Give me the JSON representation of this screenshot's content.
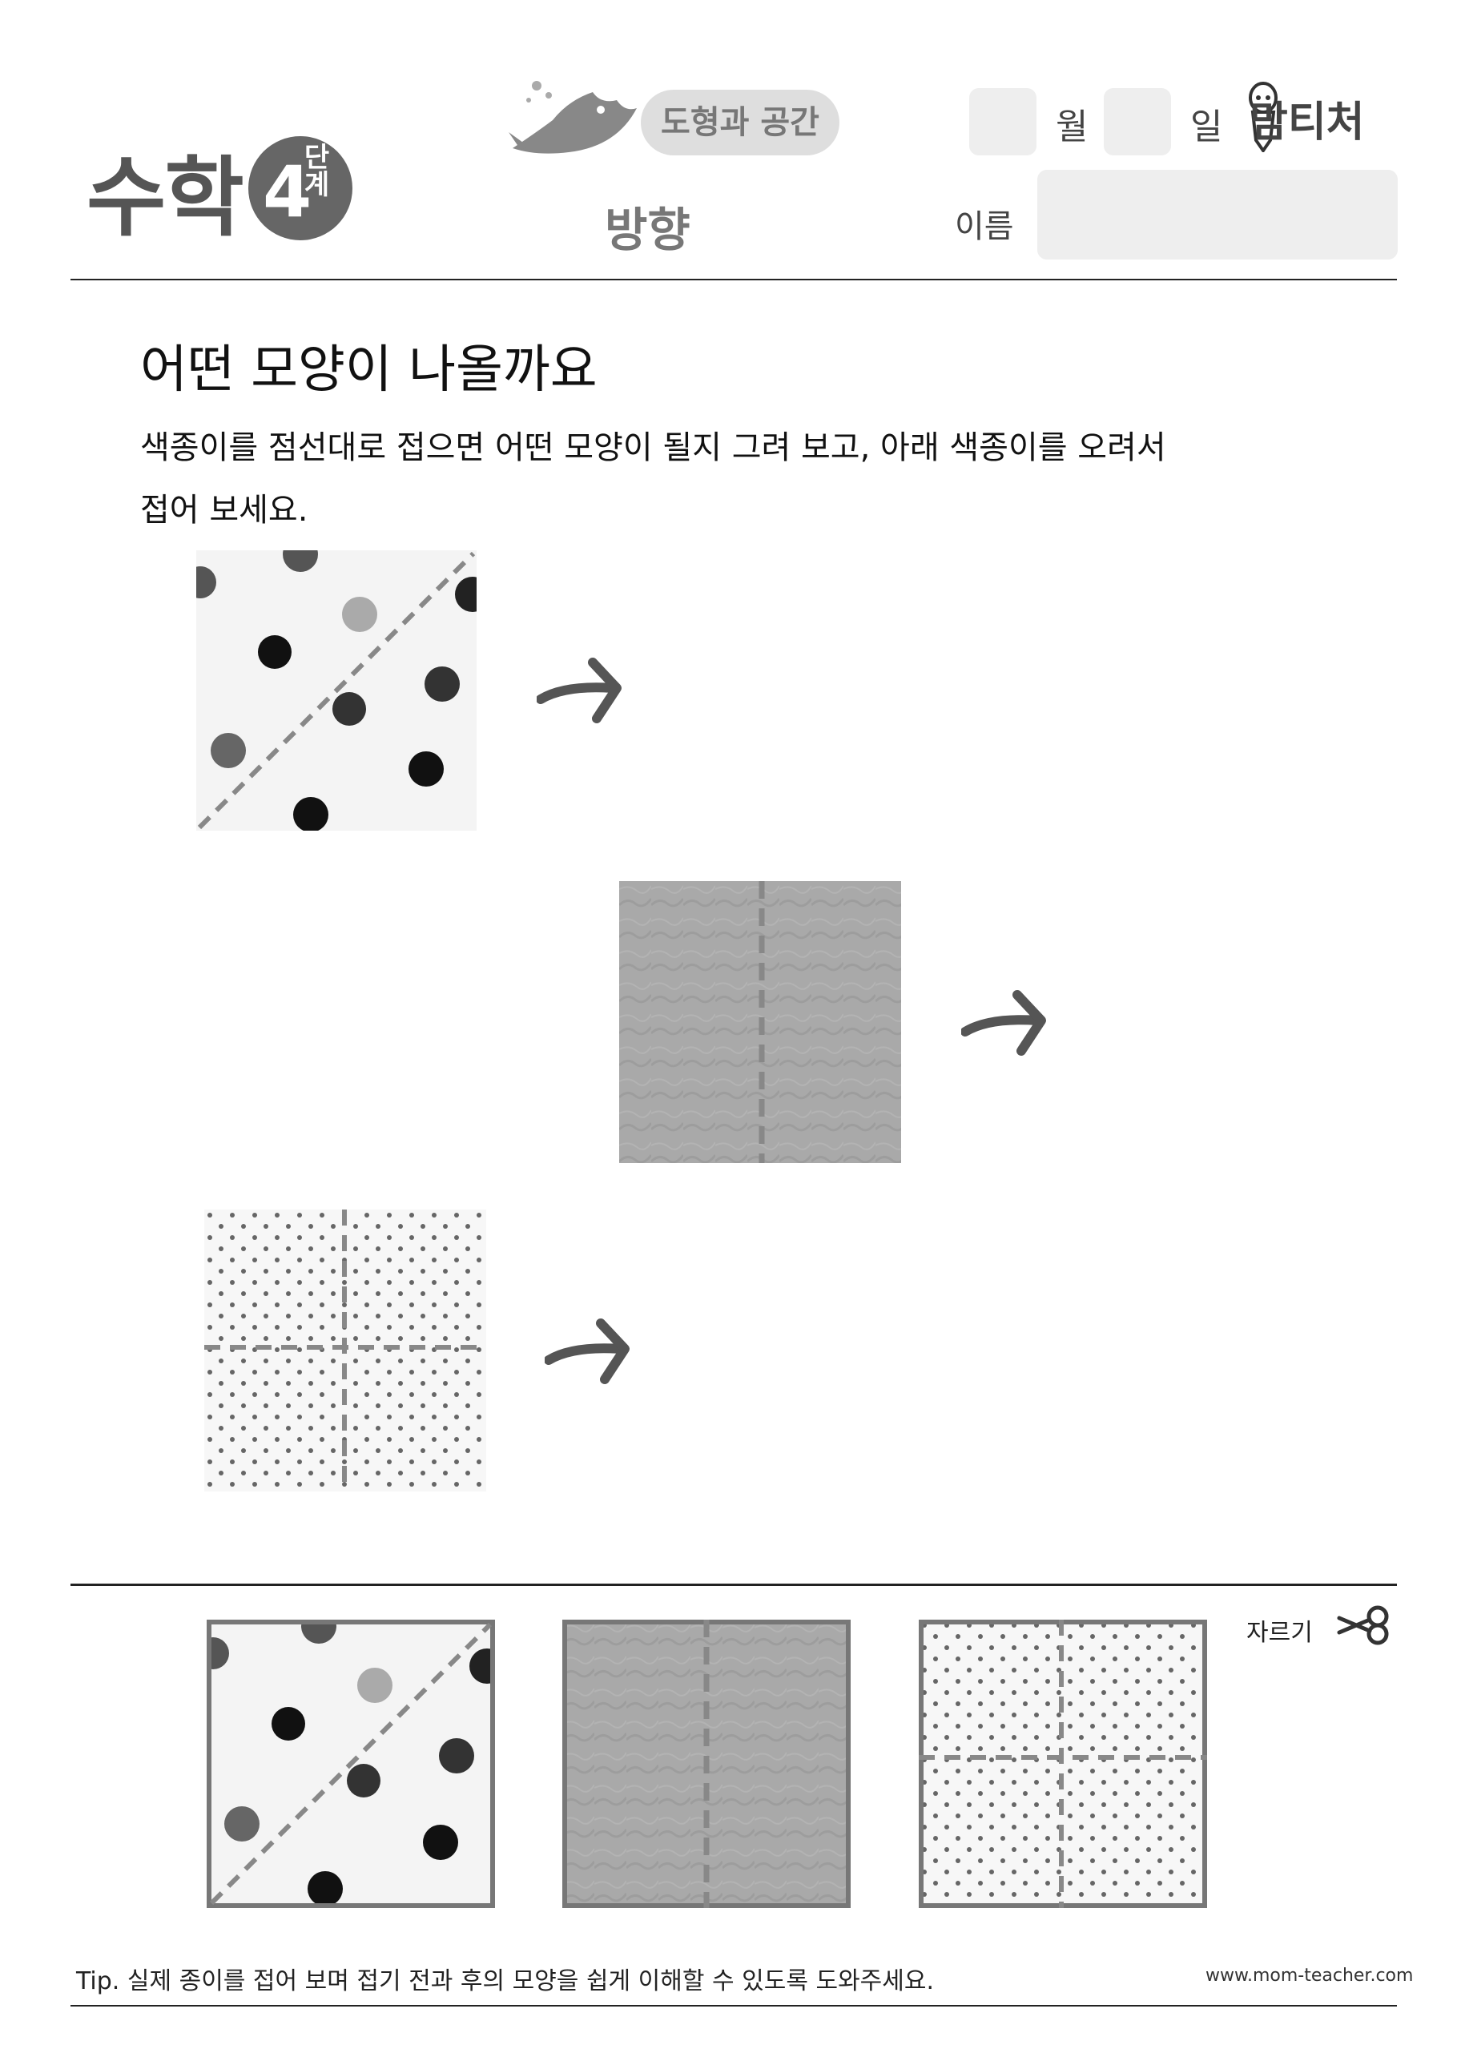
{
  "header": {
    "subject": "수학",
    "level_label": "단계",
    "level_number": "4",
    "topic": "도형과 공간",
    "sub_topic": "방향",
    "month_label": "월",
    "day_label": "일",
    "brand": "맘티처",
    "name_label": "이름"
  },
  "worksheet": {
    "title": "어떤 모양이 나올까요",
    "instruction_line1": "색종이를 점선대로 접으면 어떤 모양이 될지 그려 보고, 아래 색종이를 오려서",
    "instruction_line2": "접어 보세요."
  },
  "problems": [
    {
      "pattern": "large-polka-dots",
      "fold_line": "diagonal"
    },
    {
      "pattern": "solid-gray",
      "fold_line": "vertical"
    },
    {
      "pattern": "small-dots",
      "fold_line": "cross"
    }
  ],
  "cutouts": {
    "cut_label": "자르기",
    "papers": [
      "large-polka-dots",
      "solid-gray",
      "small-dots"
    ]
  },
  "footer": {
    "tip": "Tip. 실제 종이를 접어 보며 접기 전과 후의 모양을 쉽게 이해할 수 있도록 도와주세요.",
    "url": "www.mom-teacher.com"
  },
  "colors": {
    "line": "#222222",
    "fold_dash": "#888888",
    "gray_paper": "#a9a9a9",
    "arrow": "#555555"
  },
  "icons": [
    "whale-icon",
    "pencil-mascot-icon",
    "arrow-icon",
    "scissors-icon"
  ]
}
